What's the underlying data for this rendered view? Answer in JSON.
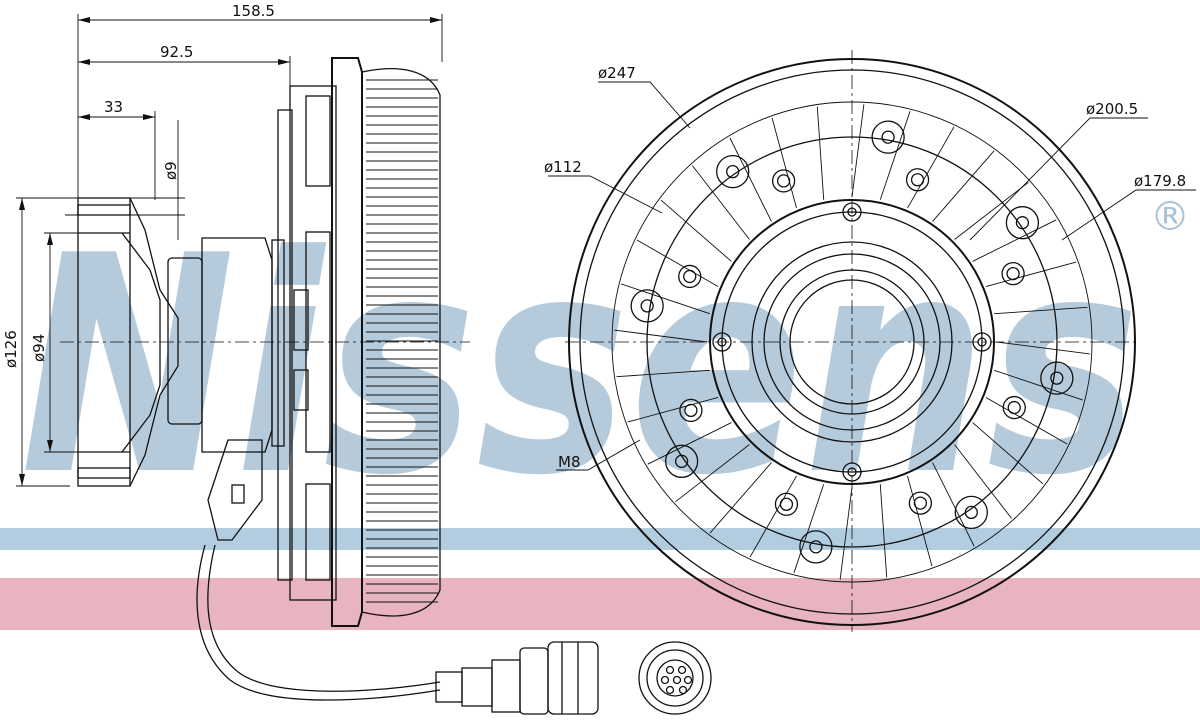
{
  "watermark": {
    "brand": "Nissens",
    "registered": "®",
    "colors": {
      "watermark_blue": "#a9c3d6",
      "band_blue": "#b3cde0",
      "band_pink": "#e8b4c0"
    }
  },
  "dimensions": {
    "overall_length": "158.5",
    "body_length": "92.5",
    "hub_length": "33",
    "flange_hole": "ø9",
    "flange_outer_diameter": "ø126",
    "pilot_diameter": "ø94",
    "fan_outer_diameter": "ø247",
    "pcd_outer": "ø200.5",
    "center_diameter": "ø112",
    "pcd_inner": "ø179.8",
    "thread": "M8"
  }
}
